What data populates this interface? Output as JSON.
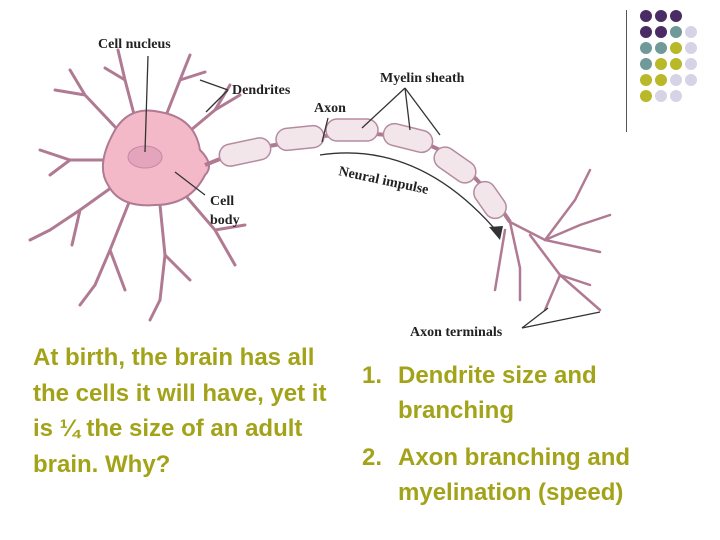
{
  "diagram": {
    "labels": {
      "cell_nucleus": "Cell nucleus",
      "dendrites": "Dendrites",
      "axon": "Axon",
      "myelin_sheath": "Myelin sheath",
      "neural_impulse": "Neural impulse",
      "cell_body_line1": "Cell",
      "cell_body_line2": "body",
      "axon_terminals": "Axon terminals"
    },
    "colors": {
      "cell_fill": "#f3b9c8",
      "cell_stroke": "#b07a93",
      "myelin": "#f2e6ea",
      "myelin_stroke": "#b58ba0"
    }
  },
  "decor": {
    "dot_colors": [
      "#4a2b63",
      "#6f9a99",
      "#b8b829",
      "#d6d3e6"
    ]
  },
  "content": {
    "question": "At birth, the brain has all the cells it will have, yet it is ¼ the size of an adult brain. Why?",
    "answers": [
      {
        "number": "1.",
        "text": "Dendrite size and branching"
      },
      {
        "number": "2.",
        "text": "Axon branching and myelination (speed)"
      }
    ],
    "text_color": "#a3a31a"
  }
}
